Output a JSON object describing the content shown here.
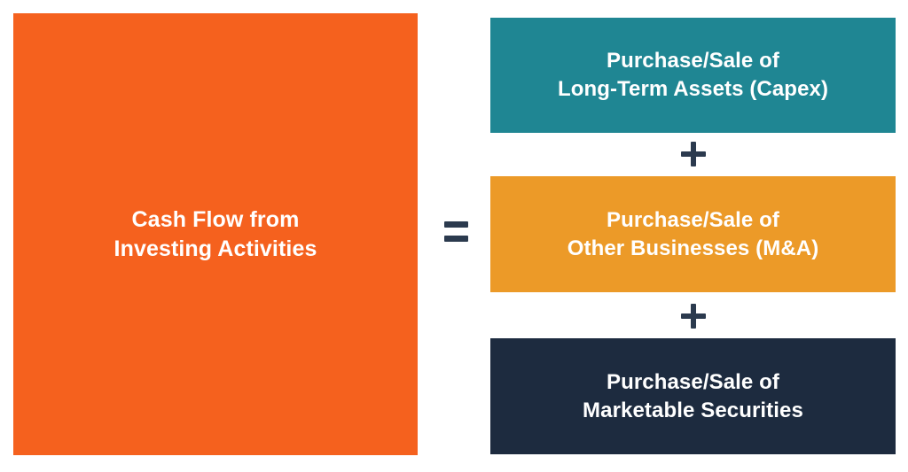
{
  "diagram": {
    "title": "Cash Flow from Investing Activities formula",
    "background_color": "#FFFFFF",
    "text_color": "#FFFFFF",
    "operator_color": "#2B3A4E",
    "result": {
      "label": "Cash Flow from\nInvesting Activities",
      "line1": "Cash Flow from",
      "line2": "Investing Activities",
      "color": "#F5611E"
    },
    "equals_operator": {
      "symbol": "=",
      "name": "equals"
    },
    "components": [
      {
        "label": "Purchase/Sale of\nLong-Term Assets (Capex)",
        "line1": "Purchase/Sale of",
        "line2": "Long-Term Assets (Capex)",
        "color": "#1F8693",
        "name": "capex"
      },
      {
        "label": "Purchase/Sale of\nOther Businesses (M&A)",
        "line1": "Purchase/Sale of",
        "line2": "Other Businesses (M&A)",
        "color": "#EC9A28",
        "name": "mergers-acquisitions"
      },
      {
        "label": "Purchase/Sale of\nMarketable Securities",
        "line1": "Purchase/Sale of",
        "line2": "Marketable Securities",
        "color": "#1D2B3F",
        "name": "marketable-securities"
      }
    ],
    "plus_operators": [
      {
        "symbol": "+",
        "name": "plus"
      },
      {
        "symbol": "+",
        "name": "plus"
      }
    ]
  }
}
